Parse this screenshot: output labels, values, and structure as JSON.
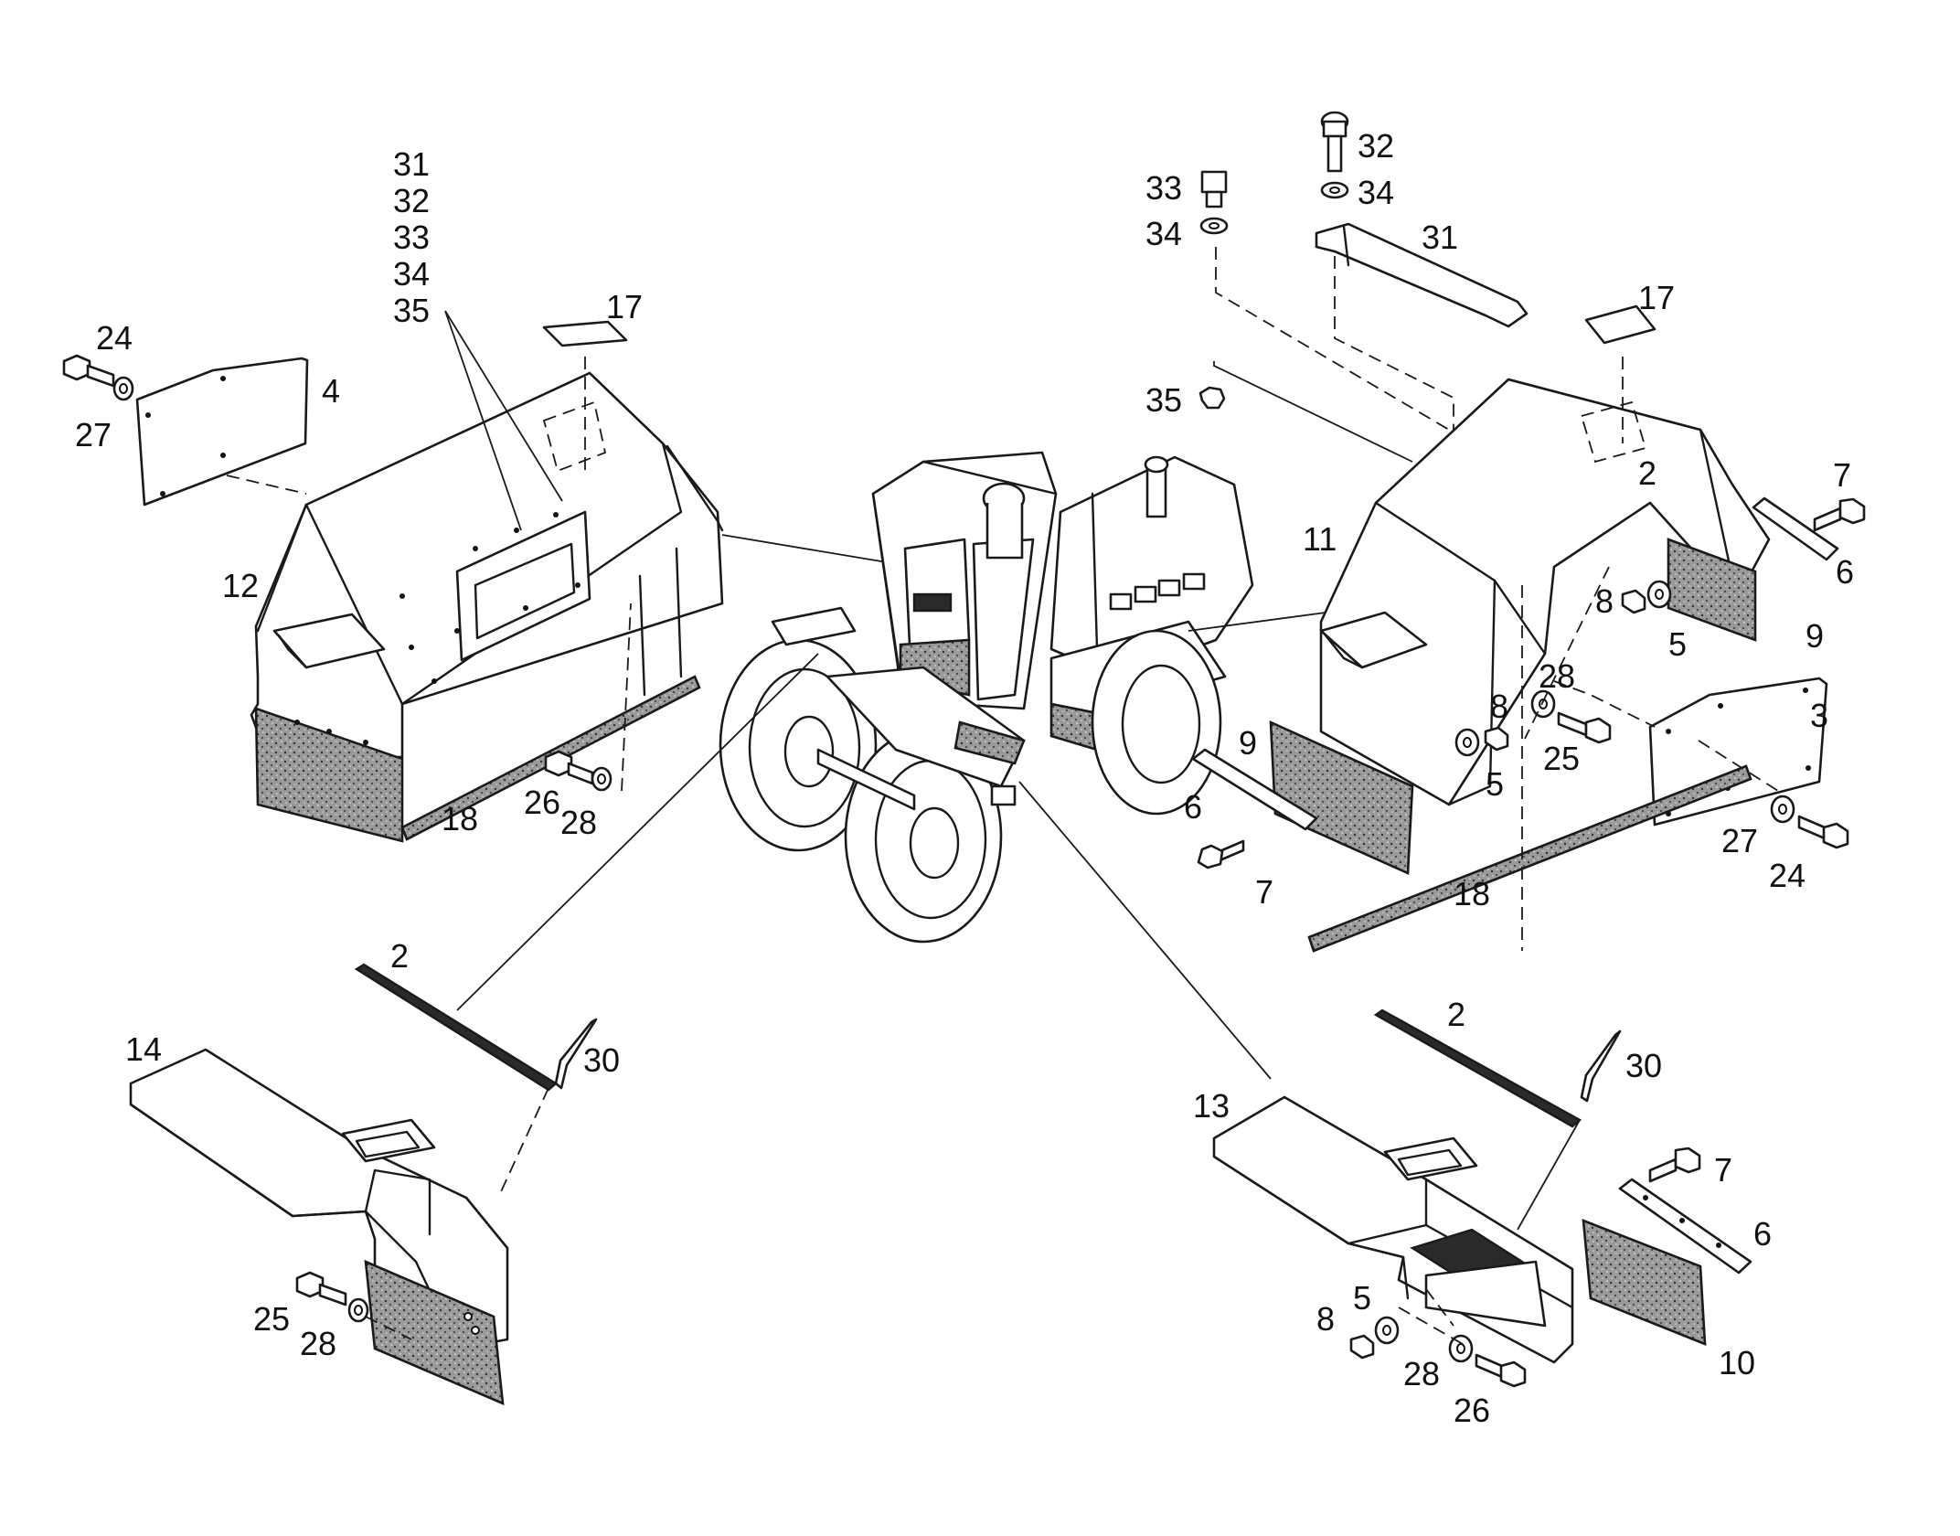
{
  "callouts": {
    "upper_left_stack": [
      "31",
      "32",
      "33",
      "34",
      "35"
    ],
    "ul_17": "17",
    "ul_24": "24",
    "ul_4": "4",
    "ul_27": "27",
    "ul_12": "12",
    "ul_26": "26",
    "ul_28": "28",
    "ul_18": "18",
    "ur_32": "32",
    "ur_33": "33",
    "ur_34a": "34",
    "ur_34b": "34",
    "ur_31": "31",
    "ur_17": "17",
    "ur_35": "35",
    "ur_7a": "7",
    "ur_11": "11",
    "ur_6a": "6",
    "ur_8a": "8",
    "ur_5a": "5",
    "ur_9a": "9",
    "ur_28": "28",
    "ur_8b": "8",
    "ur_9b": "9",
    "ur_5b": "5",
    "ur_25": "25",
    "ur_3": "3",
    "ur_6b": "6",
    "ur_27": "27",
    "ur_24": "24",
    "ur_7b": "7",
    "ur_18": "18",
    "ll_2": "2",
    "ll_30": "30",
    "ll_14": "14",
    "ll_25": "25",
    "ll_28": "28",
    "lr_2": "2",
    "lr_30": "30",
    "lr_13": "13",
    "lr_7": "7",
    "lr_6": "6",
    "lr_5": "5",
    "lr_8": "8",
    "lr_28": "28",
    "lr_26": "26",
    "lr_10": "10"
  }
}
